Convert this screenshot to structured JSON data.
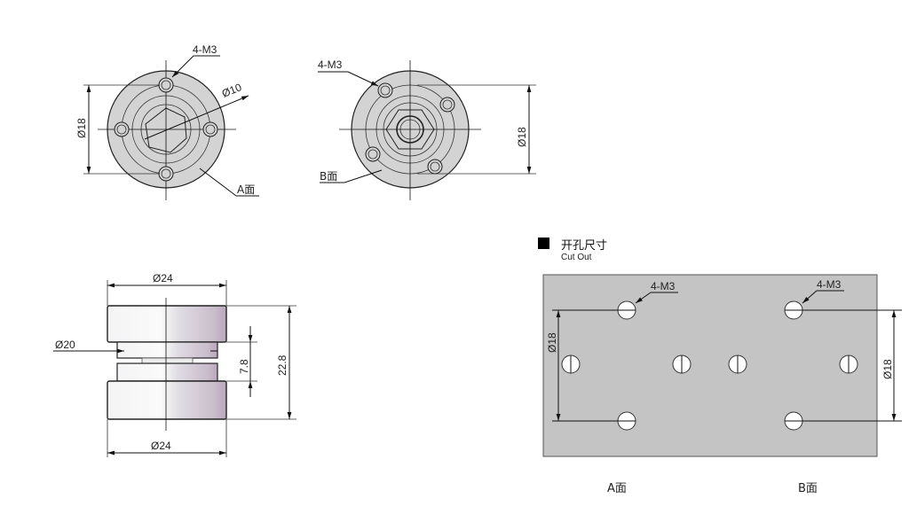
{
  "front_view_a": {
    "hole_callout": "4-M3",
    "hex_diameter": "Ø10",
    "bolt_circle": "Ø18",
    "face_label": "A面"
  },
  "front_view_b": {
    "hole_callout": "4-M3",
    "bolt_circle": "Ø18",
    "face_label": "B面"
  },
  "side_view": {
    "top_diameter": "Ø24",
    "bottom_diameter": "Ø24",
    "middle_diameter": "Ø20",
    "gap_height": "7.8",
    "total_height": "22.8"
  },
  "cutout": {
    "title_cn": "开孔尺寸",
    "title_en": "Cut Out",
    "left_callout": "4-M3",
    "right_callout": "4-M3",
    "left_dim": "Ø18",
    "right_dim": "Ø18",
    "face_a": "A面",
    "face_b": "B面",
    "plate_color": "#c4c4c4"
  }
}
